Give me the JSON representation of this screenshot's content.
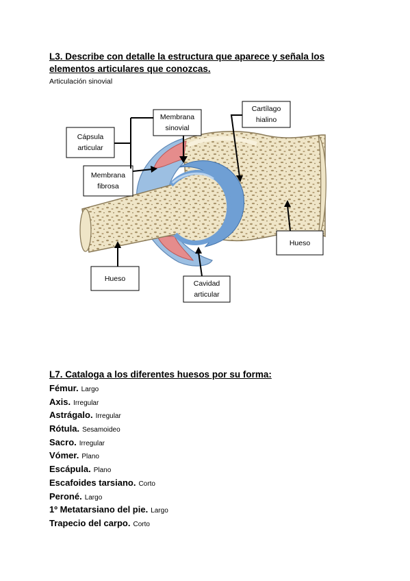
{
  "question1": {
    "title": "L3. Describe con detalle la estructura que aparece y señala los elementos articulares que conozcas.",
    "answer": "Articulación sinovial"
  },
  "diagram": {
    "labels": {
      "capsula_line1": "Cápsula",
      "capsula_line2": "articular",
      "membrana_sinovial_line1": "Membrana",
      "membrana_sinovial_line2": "sinovial",
      "membrana_fibrosa_line1": "Membrana",
      "membrana_fibrosa_line2": "fibrosa",
      "cartilago_line1": "Cartílago",
      "cartilago_line2": "hialino",
      "hueso_right": "Hueso",
      "hueso_left": "Hueso",
      "cavidad_line1": "Cavidad",
      "cavidad_line2": "articular"
    },
    "colors": {
      "bone": "#efe5c7",
      "bone_outline": "#8a7a58",
      "bone_spots": "#a8936a",
      "cartilage": "#6f9fd4",
      "cartilage_light": "#b9d3ee",
      "capsule": "#9cbfe2",
      "synovial": "#e58c8c"
    }
  },
  "question2": {
    "title": "L7. Cataloga a los diferentes huesos por su forma:",
    "bones": [
      {
        "name": "Fémur.",
        "type": "Largo"
      },
      {
        "name": "Axis.",
        "type": "Irregular"
      },
      {
        "name": "Astrágalo.",
        "type": "Irregular"
      },
      {
        "name": "Rótula.",
        "type": "Sesamoideo"
      },
      {
        "name": "Sacro.",
        "type": "Irregular"
      },
      {
        "name": "Vómer.",
        "type": "Plano"
      },
      {
        "name": "Escápula.",
        "type": "Plano"
      },
      {
        "name": "Escafoides tarsiano.",
        "type": "Corto"
      },
      {
        "name": "Peroné.",
        "type": "Largo"
      },
      {
        "name": "1º Metatarsiano del pie.",
        "type": "Largo"
      },
      {
        "name": "Trapecio del carpo.",
        "type": "Corto"
      }
    ]
  }
}
